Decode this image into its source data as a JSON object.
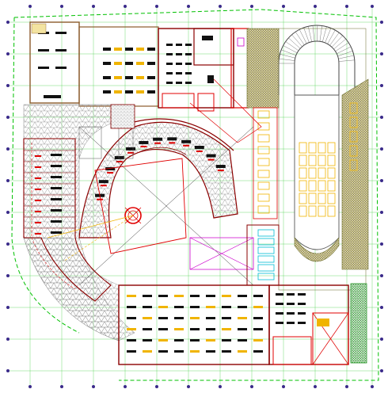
{
  "drawing": {
    "colors": {
      "background": "#ffffff",
      "wall": "#8b0000",
      "wall_red": "#e00000",
      "brown": "#8b5a2b",
      "grid_green": "#00c000",
      "grid_node": "#3a2a8a",
      "hatch": "#a0a0a0",
      "parking_green": "#6b6b2a",
      "car": "#f0b400",
      "fixture": "#111111",
      "cyan": "#00bcd4",
      "magenta": "#cc00cc",
      "stair_red": "#e03030",
      "green_block": "#1f8f1f"
    },
    "zones": [
      {
        "name": "north-west-shop-block",
        "kind": "retail"
      },
      {
        "name": "north-center-shop-block",
        "kind": "retail"
      },
      {
        "name": "parking-lot-east",
        "kind": "parking"
      },
      {
        "name": "spiral-ramp",
        "kind": "ramp"
      },
      {
        "name": "curved-shop-arcade",
        "kind": "retail"
      },
      {
        "name": "central-atrium",
        "kind": "plaza"
      },
      {
        "name": "south-shop-block",
        "kind": "retail"
      },
      {
        "name": "south-east-service-block",
        "kind": "service"
      }
    ]
  }
}
